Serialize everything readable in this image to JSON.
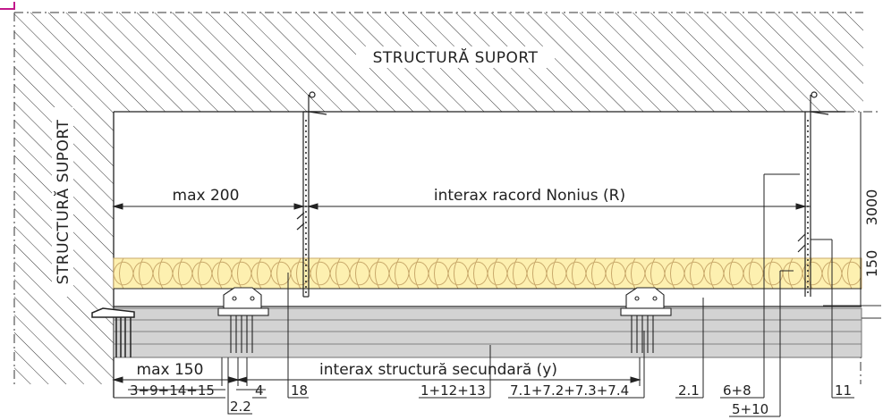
{
  "labels": {
    "support_top": "STRUCTURĂ SUPORT",
    "support_left": "STRUCTURĂ SUPORT",
    "dim_max200": "max 200",
    "dim_interax_nonius": "interax racord Nonius (R)",
    "dim_max150": "max 150",
    "dim_interax_secondary": "interax structură secundară (y)",
    "dim_3000": "3000",
    "dim_150": "150"
  },
  "callouts": {
    "c_3_9_14_15": "3+9+14+15",
    "c_4": "4",
    "c_2_2": "2.2",
    "c_18": "18",
    "c_1_12_13": "1+12+13",
    "c_7": "7.1+7.2+7.3+7.4",
    "c_2_1": "2.1",
    "c_6_8": "6+8",
    "c_5_10": "5+10",
    "c_11": "11"
  },
  "colors": {
    "insulation": "#fdf0b0",
    "insulation_outline": "#c9a96b",
    "board": "#d3d3d3",
    "line": "#222222",
    "accent": "#c2188b"
  }
}
